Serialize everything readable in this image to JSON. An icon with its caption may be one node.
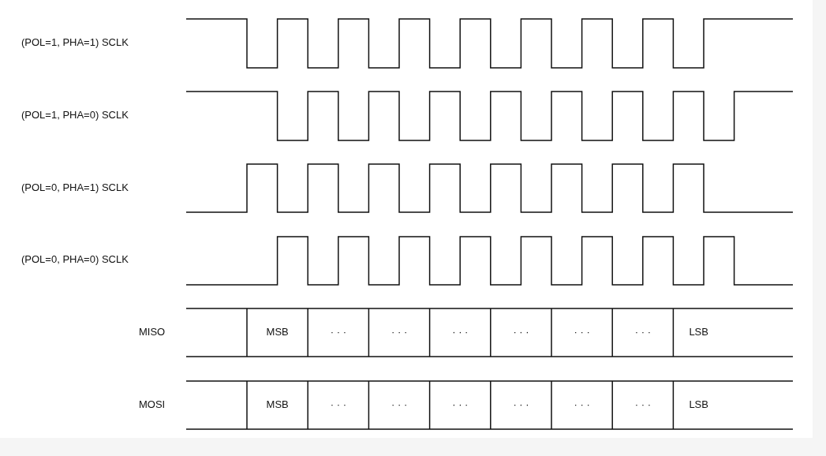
{
  "diagram": {
    "labels": [
      "(POL=1, PHA=1) SCLK",
      "(POL=1, PHA=0) SCLK",
      "(POL=0, PHA=1) SCLK",
      "(POL=0, PHA=0) SCLK",
      "MISO",
      "MSB",
      "· · ·",
      "· · ·",
      "· · ·",
      "· · ·",
      "· · ·",
      "· · ·",
      "LSB",
      "MOSI",
      "MSB",
      "· · ·",
      "· · ·",
      "· · ·",
      "· · ·",
      "· · ·",
      "· · ·",
      "LSB"
    ]
  }
}
